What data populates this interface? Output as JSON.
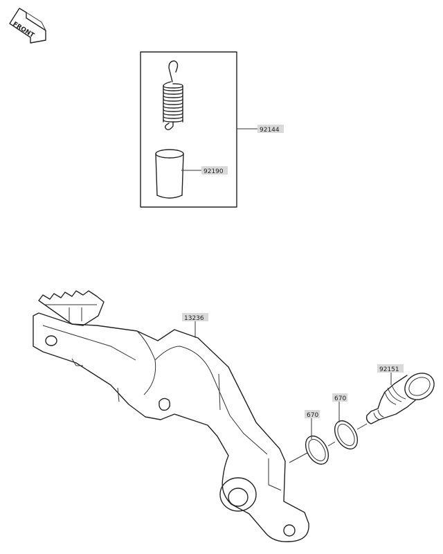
{
  "orientation": {
    "label": "FRONT"
  },
  "parts": {
    "spring_kit": {
      "number": "92144"
    },
    "collar": {
      "number": "92190"
    },
    "brake_pedal": {
      "number": "13236"
    },
    "o_ring_left": {
      "number": "670"
    },
    "o_ring_right": {
      "number": "670"
    },
    "pivot_bolt": {
      "number": "92151"
    }
  }
}
